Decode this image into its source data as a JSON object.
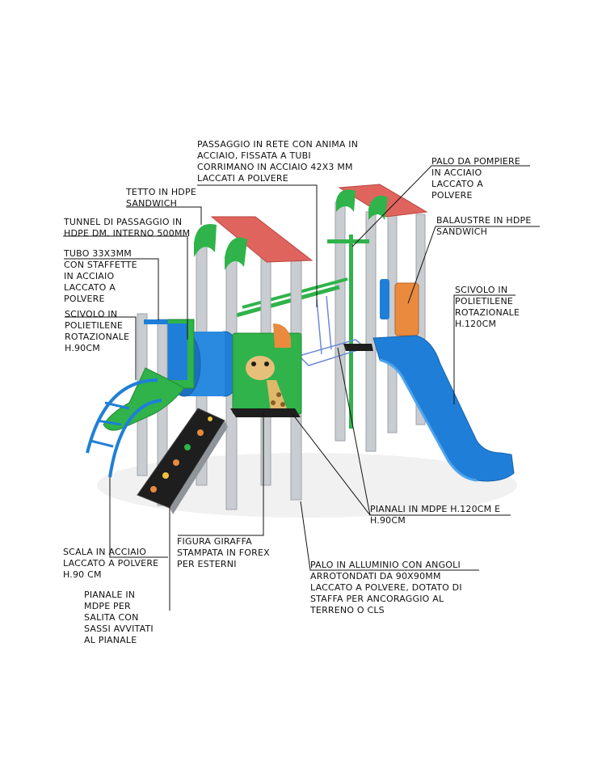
{
  "colors": {
    "post": "#c9ccd0",
    "green": "#2fb34a",
    "red_roof": "#e0645e",
    "blue_slide": "#1f7fd8",
    "dark_panel": "#1e1e1e",
    "orange": "#e98a3e",
    "leader_line": "#111111"
  },
  "labels": {
    "passaggio_rete": "PASSAGGIO IN RETE CON ANIMA IN\nACCIAIO, FISSATA A TUBI\nCORRIMANO IN ACCIAIO 42X3 MM\nLACCATI A POLVERE",
    "palo_pompiere": "PALO DA POMPIERE\nIN ACCIAIO\nLACCATO A\nPOLVERE",
    "tetto": "TETTO IN HDPE\nSANDWICH",
    "balaustre": "BALAUSTRE IN HDPE\nSANDWICH",
    "tunnel": "TUNNEL DI PASSAGGIO IN\nHDPE DM. INTERNO 500MM",
    "tubo": "TUBO 33X3MM\nCON STAFFETTE\nIN ACCIAIO\nLACCATO A\nPOLVERE",
    "scivolo_120": "SCIVOLO IN\nPOLIETILENE\nROTAZIONALE\nH.120CM",
    "scivolo_90": "SCIVOLO IN\nPOLIETILENE\nROTAZIONALE\nH.90CM",
    "pianali": "PIANALI IN MDPE H.120CM E\nH.90CM",
    "scala": "SCALA IN ACCIAIO\nLACCATO A POLVERE\nH.90 CM",
    "figura": "FIGURA GIRAFFA\nSTAMPATA IN FOREX\nPER ESTERNI",
    "palo_alluminio": "PALO IN ALLUMINIO CON ANGOLI\nARROTONDATI DA 90X90MM\nLACCATO A POLVERE, DOTATO DI\nSTAFFA PER ANCORAGGIO AL\nTERRENO O CLS",
    "pianale_salita": "PIANALE IN\nMDPE PER\nSALITA CON\nSASSI AVVITATI\nAL PIANALE"
  }
}
